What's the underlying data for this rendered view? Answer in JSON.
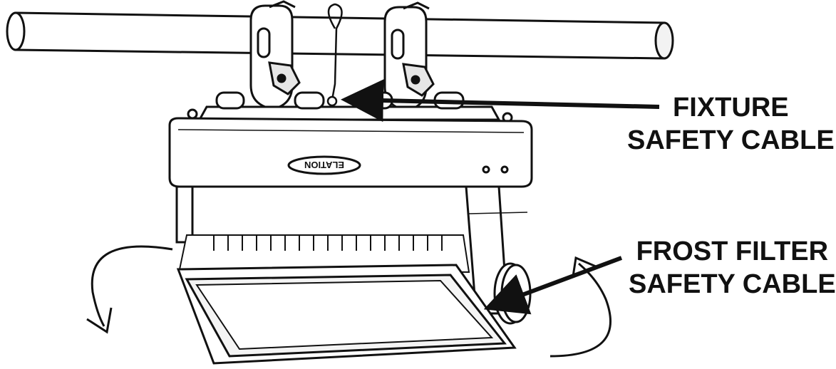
{
  "callouts": {
    "fixture_safety_cable": {
      "line1": "FIXTURE",
      "line2": "SAFETY CABLE"
    },
    "frost_filter_safety_cable": {
      "line1": "FROST FILTER",
      "line2": "SAFETY CABLE"
    }
  },
  "logo_text": "ELATION",
  "colors": {
    "line": "#111111",
    "fill": "#ffffff",
    "shade": "#e6e6e6"
  },
  "icons": [
    "rotate-left-arrow-icon",
    "rotate-right-arrow-icon",
    "pointer-arrow-icon"
  ]
}
